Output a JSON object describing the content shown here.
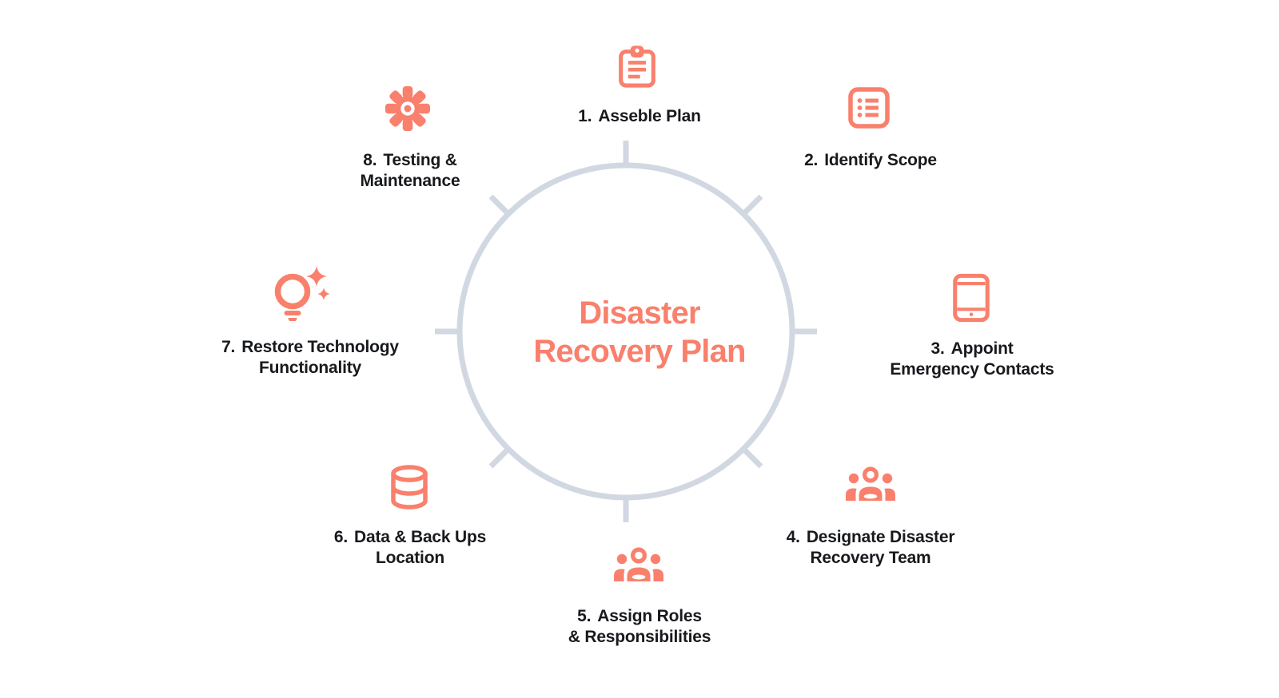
{
  "title": {
    "line1": "Disaster",
    "line2": "Recovery Plan"
  },
  "colors": {
    "accent": "#F9806C",
    "ring": "#D2D8E2",
    "text": "#17191D",
    "background": "#FFFFFF"
  },
  "steps": [
    {
      "number": "1.",
      "line1": "Asseble Plan",
      "icon": "clipboard-icon"
    },
    {
      "number": "2.",
      "line1": "Identify Scope",
      "icon": "checklist-icon"
    },
    {
      "number": "3.",
      "line1": "Appoint",
      "line2": "Emergency Contacts",
      "icon": "smartphone-icon"
    },
    {
      "number": "4.",
      "line1": "Designate Disaster",
      "line2": "Recovery Team",
      "icon": "team-icon"
    },
    {
      "number": "5.",
      "line1": "Assign Roles",
      "line2": "& Responsibilities",
      "icon": "team-icon"
    },
    {
      "number": "6.",
      "line1": "Data & Back Ups",
      "line2": "Location",
      "icon": "database-icon"
    },
    {
      "number": "7.",
      "line1": "Restore Technology",
      "line2": "Functionality",
      "icon": "lightbulb-sparkle-icon"
    },
    {
      "number": "8.",
      "line1": "Testing &",
      "line2": "Maintenance",
      "icon": "gear-icon"
    }
  ]
}
